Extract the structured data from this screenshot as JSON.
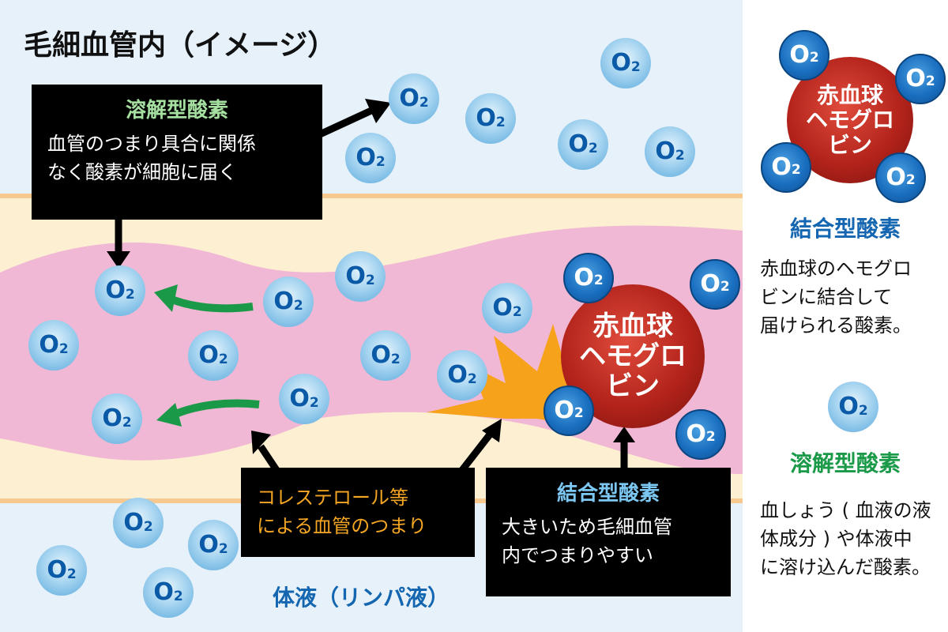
{
  "title": "毛細血管内（イメージ）",
  "o2": {
    "o": "O",
    "sub": "2"
  },
  "dissolved_box": {
    "title": "溶解型酸素",
    "lines": [
      "血管のつまり具合に関係",
      "なく酸素が細胞に届く"
    ]
  },
  "cholesterol_box": {
    "lines": [
      "コレステロール等",
      "による血管のつまり"
    ]
  },
  "bound_box": {
    "title": "結合型酸素",
    "lines": [
      "大きいため毛細血管",
      "内でつまりやすい"
    ]
  },
  "rbc_label": [
    "赤血球",
    "ヘモグロ",
    "ビン"
  ],
  "body_fluid_label": "体液（リンパ液）",
  "legend": {
    "bound": {
      "title": "結合型酸素",
      "lines": [
        "赤血球のヘモグロ",
        "ビンに結合して",
        "届けられる酸素。"
      ]
    },
    "dissolved": {
      "title": "溶解型酸素",
      "lines": [
        "血しょう ( 血液の液",
        "体成分 ) や体液中",
        "に溶け込んだ酸素。"
      ]
    }
  },
  "colors": {
    "dissolved_title": "#a5e0a0",
    "bound_title": "#7cc8f2",
    "cholesterol": "#f5a623",
    "legend_blue": "#1466b0",
    "legend_green": "#1a9a48",
    "arrow_green": "#1a9a48"
  }
}
